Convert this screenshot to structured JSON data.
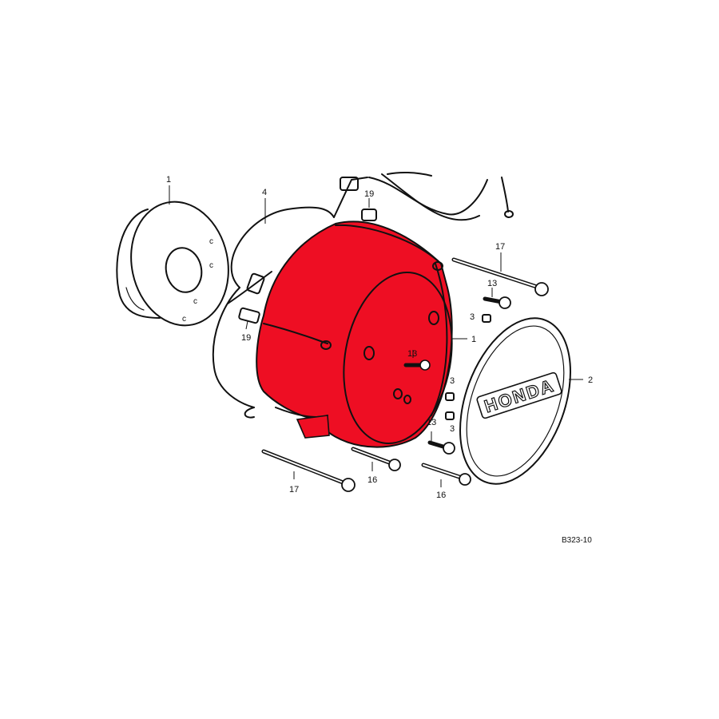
{
  "diagram": {
    "callouts": {
      "rotor": "1",
      "harness": "4",
      "cover": "1",
      "emblem_cover": "2",
      "spacer_top": "19",
      "spacer_left": "19",
      "bolt_long_top": "17",
      "bolt_long_bottom": "17",
      "bolt_16_mid": "16",
      "bolt_16_right": "16",
      "screw_13_top": "13",
      "screw_13_bottom": "13",
      "screw_13_center": "13",
      "washer_3_top": "3",
      "washer_3_mid": "3",
      "washer_3_bottom": "3"
    },
    "emblem_text": "HONDA",
    "reference_code": "B323-10",
    "highlight_color": "#ee0e23",
    "ink_color": "#111111"
  }
}
